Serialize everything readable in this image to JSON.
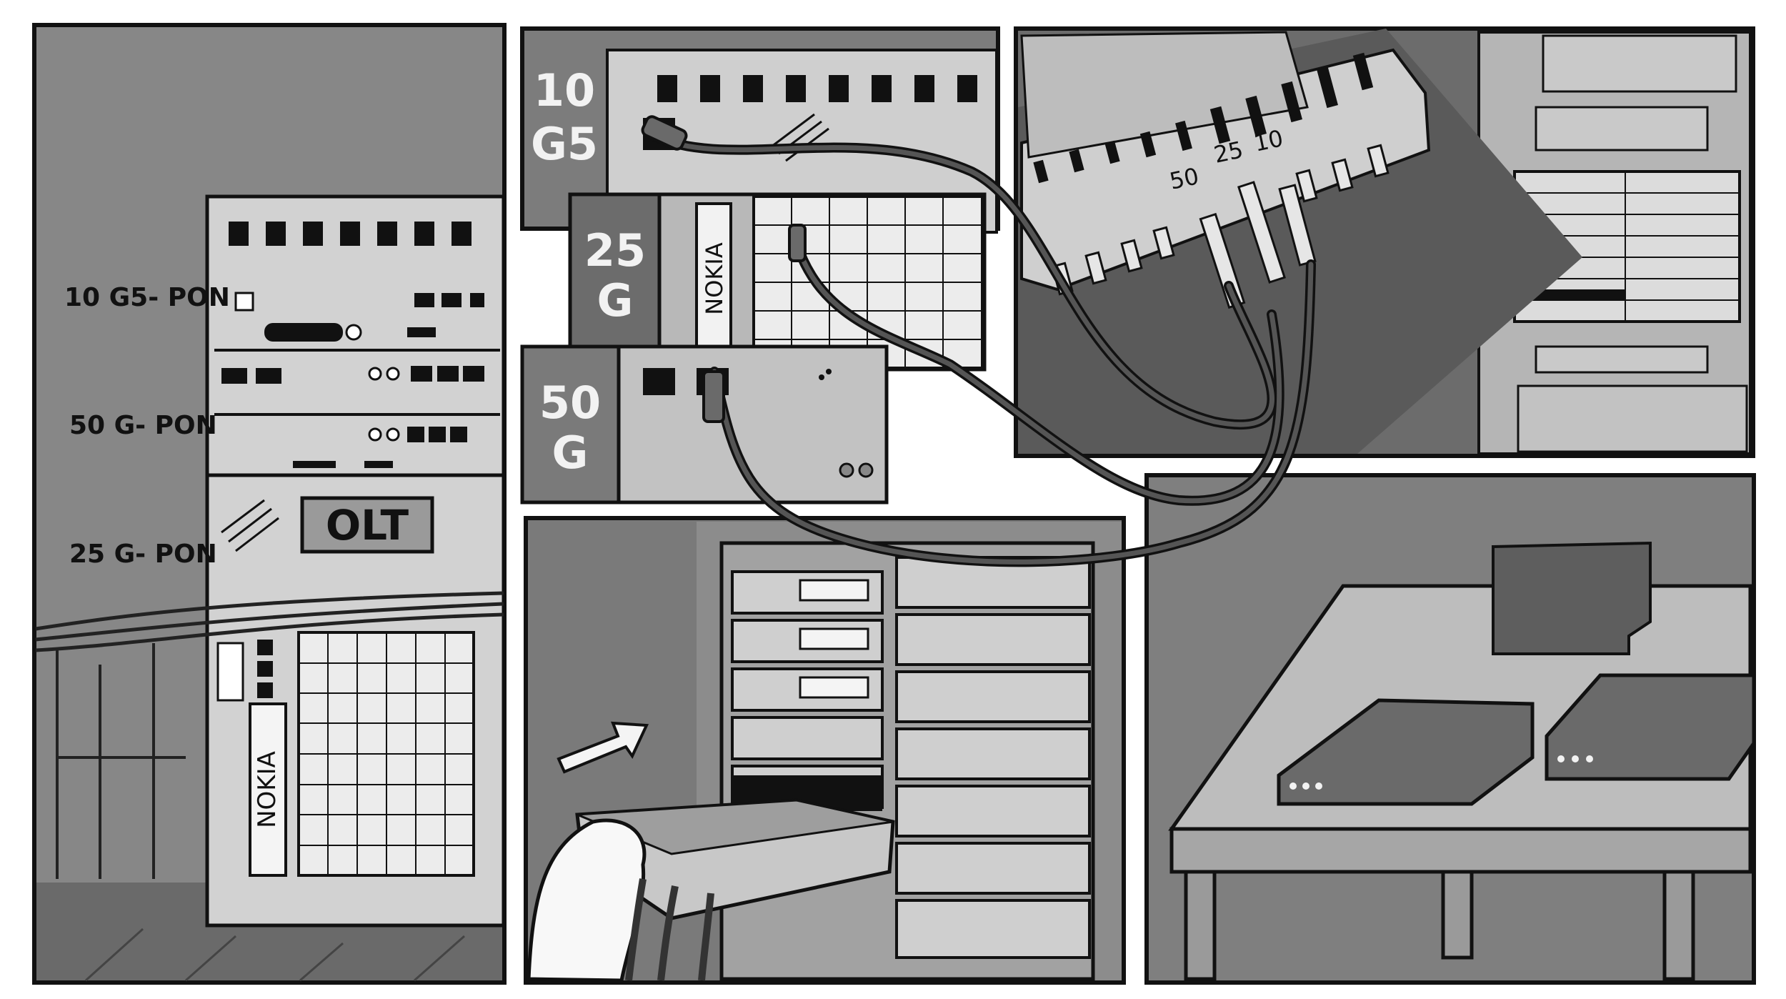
{
  "rack_labels": {
    "pon_10g": "10 G5- PON",
    "pon_50g": "50 G- PON",
    "pon_25g": "25 G- PON"
  },
  "olt_label": "OLT",
  "brand": "NOKIA",
  "module_tags": {
    "m10": {
      "line1": "10",
      "line2": "G5"
    },
    "m25": {
      "line1": "25",
      "line2": "G"
    },
    "m50": {
      "line1": "50",
      "line2": "G"
    }
  },
  "port_marks": {
    "p50": "50",
    "p25": "25",
    "p10": "10"
  },
  "icons": [
    "arrow-icon",
    "hand-icon",
    "fiber-cable-icon"
  ],
  "palette": {
    "ink": "#111111",
    "dark_grey": "#5e5e5e",
    "mid_grey": "#8c8c8c",
    "light_grey": "#c9c9c9",
    "paper": "#ffffff"
  }
}
